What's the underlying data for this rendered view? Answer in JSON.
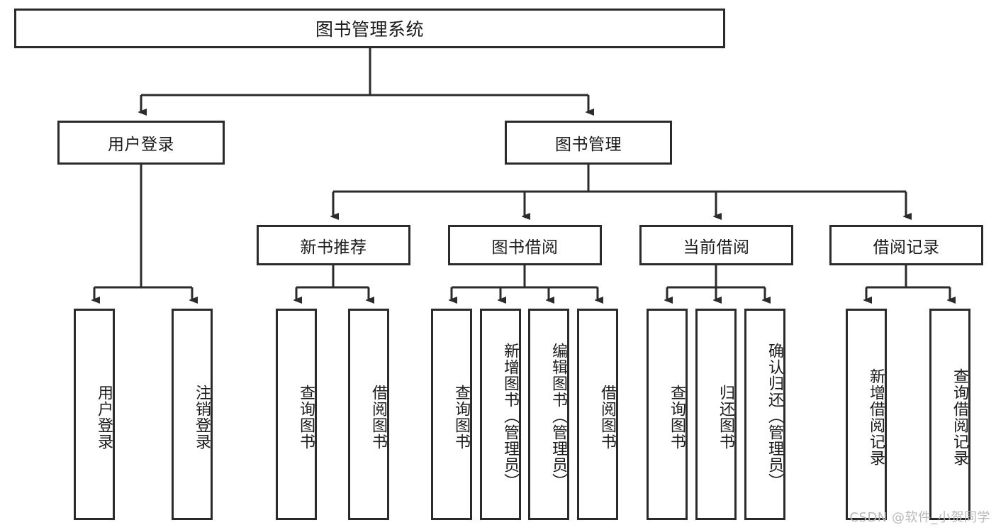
{
  "diagram": {
    "title_node": {
      "label": "图书管理系统"
    },
    "level2": [
      {
        "id": "user-login",
        "label": "用户登录"
      },
      {
        "id": "book-management",
        "label": "图书管理"
      }
    ],
    "level3": [
      {
        "id": "new-book-recommend",
        "label": "新书推荐"
      },
      {
        "id": "book-borrow",
        "label": "图书借阅"
      },
      {
        "id": "current-borrow",
        "label": "当前借阅"
      },
      {
        "id": "borrow-record",
        "label": "借阅记录"
      }
    ],
    "leaves": {
      "user_login": [
        {
          "id": "leaf-user-login",
          "label": "用户登录"
        },
        {
          "id": "leaf-logout-login",
          "label": "注销登录"
        }
      ],
      "new_book_recommend": [
        {
          "id": "leaf-query-book-1",
          "label": "查询图书"
        },
        {
          "id": "leaf-borrow-book-1",
          "label": "借阅图书"
        }
      ],
      "book_borrow": [
        {
          "id": "leaf-query-book-2",
          "label": "查询图书"
        },
        {
          "id": "leaf-add-book",
          "label": "新增图书（管理员）"
        },
        {
          "id": "leaf-edit-book",
          "label": "编辑图书（管理员）"
        },
        {
          "id": "leaf-borrow-book-2",
          "label": "借阅图书"
        }
      ],
      "current_borrow": [
        {
          "id": "leaf-query-book-3",
          "label": "查询图书"
        },
        {
          "id": "leaf-return-book",
          "label": "归还图书"
        },
        {
          "id": "leaf-confirm-return",
          "label": "确认归还（管理员）"
        }
      ],
      "borrow_record": [
        {
          "id": "leaf-add-record",
          "label": "新增借阅记录"
        },
        {
          "id": "leaf-query-record",
          "label": "查询借阅记录"
        }
      ]
    },
    "colors": {
      "stroke": "#2b2b2b",
      "background": "#ffffff",
      "text": "#1a1a1a",
      "watermark": "#b9b9b9"
    }
  },
  "watermark": {
    "text": "CSDN @软件_小贺同学"
  }
}
